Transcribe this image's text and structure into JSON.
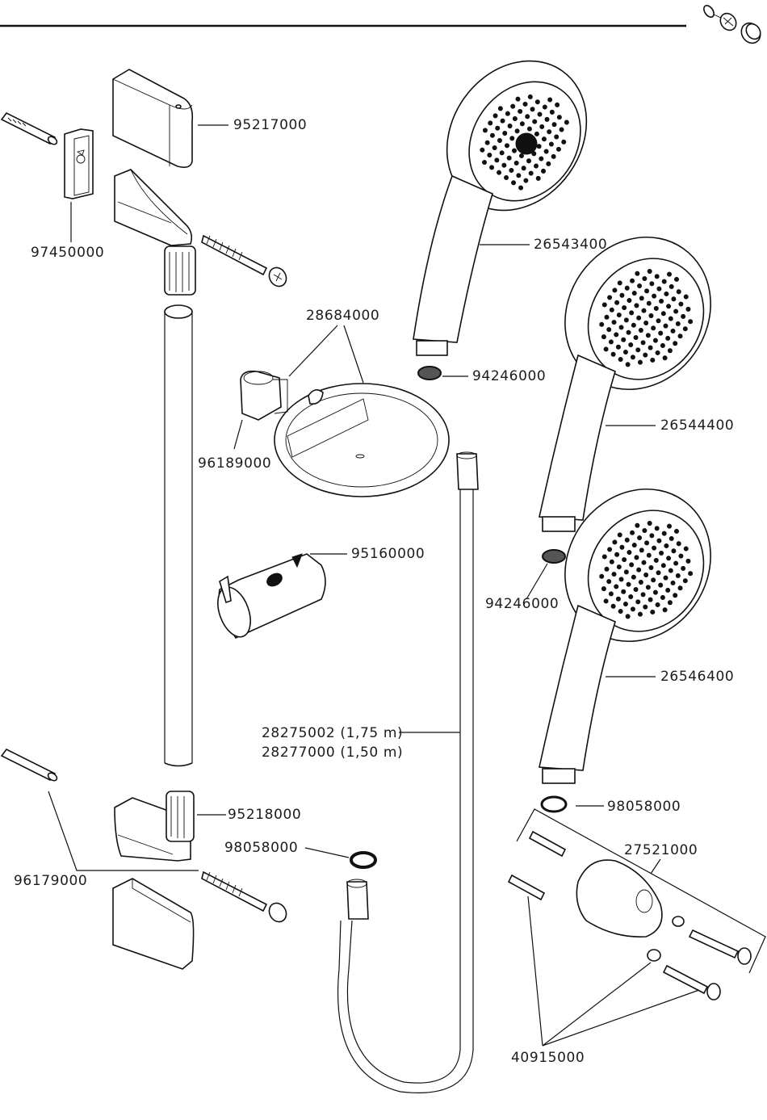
{
  "document": {
    "type": "exploded spare parts diagram",
    "subject": "hand shower set with wall bar",
    "colors": {
      "ink": "#111111",
      "background": "#ffffff"
    }
  },
  "parts": [
    {
      "id": "p95217000",
      "number": "95217000",
      "depicts": "upper bracket cover cap"
    },
    {
      "id": "p97450000",
      "number": "97450000",
      "depicts": "wall mounting plate"
    },
    {
      "id": "p26543400",
      "number": "26543400",
      "depicts": "hand shower (multi-spray)"
    },
    {
      "id": "p28684000",
      "number": "28684000",
      "depicts": "soap dish with clip"
    },
    {
      "id": "p94246000a",
      "number": "94246000",
      "depicts": "filter sieve"
    },
    {
      "id": "p96189000",
      "number": "96189000",
      "depicts": "soap dish clip"
    },
    {
      "id": "p26544400",
      "number": "26544400",
      "depicts": "hand shower"
    },
    {
      "id": "p95160000",
      "number": "95160000",
      "depicts": "shower holder slider"
    },
    {
      "id": "p94246000b",
      "number": "94246000",
      "depicts": "filter sieve"
    },
    {
      "id": "p26546400",
      "number": "26546400",
      "depicts": "hand shower"
    },
    {
      "id": "p28275002",
      "number": "28275002 (1,75 m)",
      "depicts": "shower hose 1.75 m"
    },
    {
      "id": "p28277000",
      "number": "28277000 (1,50 m)",
      "depicts": "shower hose 1.50 m"
    },
    {
      "id": "p95218000",
      "number": "95218000",
      "depicts": "lower bracket"
    },
    {
      "id": "p98058000a",
      "number": "98058000",
      "depicts": "hose washer"
    },
    {
      "id": "p98058000b",
      "number": "98058000",
      "depicts": "washer"
    },
    {
      "id": "p96179000",
      "number": "96179000",
      "depicts": "wall plugs and screws"
    },
    {
      "id": "p27521000",
      "number": "27521000",
      "depicts": "wall outlet shower holder set"
    },
    {
      "id": "p40915000",
      "number": "40915000",
      "depicts": "wall plugs, screws and washers"
    }
  ],
  "icons": {
    "header_icon": "aerator-assembly-icon"
  }
}
